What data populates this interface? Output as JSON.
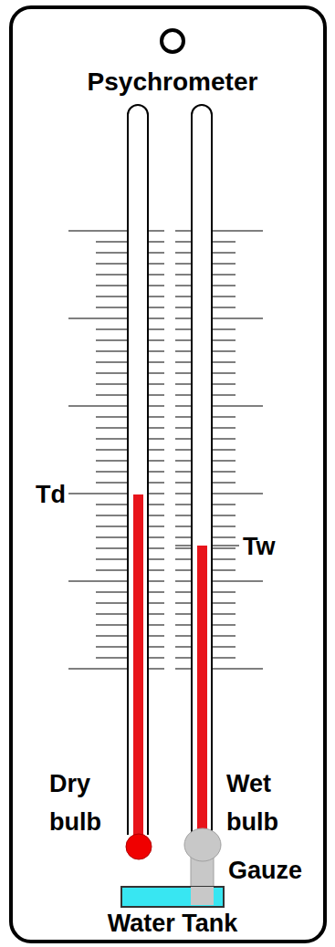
{
  "diagram": {
    "title": "Psychrometer",
    "labels": [
      "Td",
      "Tw",
      "Dry bulb",
      "Wet bulb",
      "Gauze",
      "Water Tank"
    ]
  }
}
